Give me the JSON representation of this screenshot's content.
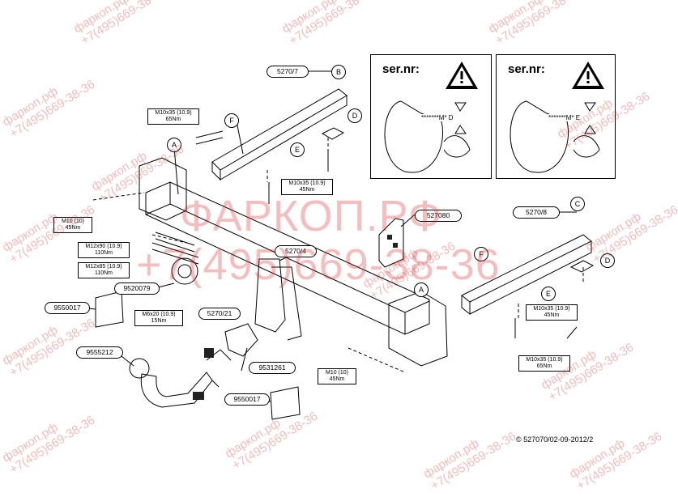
{
  "part_numbers": {
    "p5270_7": "5270/7",
    "p5270_8": "5270/8",
    "p5270_4": "5270/4",
    "p5270_21": "5270/21",
    "p527080": "527080",
    "p9520079": "9520079",
    "p9550017_a": "9550017",
    "p9550017_b": "9550017",
    "p9555212": "9555212",
    "p9531261": "9531261"
  },
  "callouts": {
    "A1": "A",
    "A2": "A",
    "B": "B",
    "C": "C",
    "D1": "D",
    "D2": "D",
    "E1": "E",
    "E2": "E",
    "F1": "F",
    "F2": "F"
  },
  "torque_boxes": {
    "t1": {
      "bolt": "M10x35 (10.9)",
      "torque": "65Nm"
    },
    "t2": {
      "bolt": "M10x35 (10.9)",
      "torque": "45Nm"
    },
    "t3": {
      "bolt": "M10 (10)",
      "torque": "45Nm"
    },
    "t4": {
      "bolt": "M12x90 (10.9)",
      "torque": "110Nm"
    },
    "t5": {
      "bolt": "M12x85 (10.9)",
      "torque": "110Nm"
    },
    "t6": {
      "bolt": "M6x20 (10.9)",
      "torque": "15Nm"
    },
    "t7": {
      "bolt": "M10 (10)",
      "torque": "45Nm"
    },
    "t8": {
      "bolt": "M10x35 (10.9)",
      "torque": "45Nm"
    },
    "t9": {
      "bolt": "M10x35 (10.9)",
      "torque": "65Nm"
    }
  },
  "serial_panels": {
    "left": {
      "title": "ser.nr:",
      "code": "*******M* D"
    },
    "right": {
      "title": "ser.nr:",
      "code": "*******M* E"
    }
  },
  "copyright": "© 527070/02-09-2012/2",
  "watermark": {
    "site": "ФАРКОП.РФ",
    "phone": "+7(495)669-38-36",
    "small_site": "фаркоп.рф",
    "small_phone": "+7(495)669-38-36",
    "color": "#dc2828"
  }
}
